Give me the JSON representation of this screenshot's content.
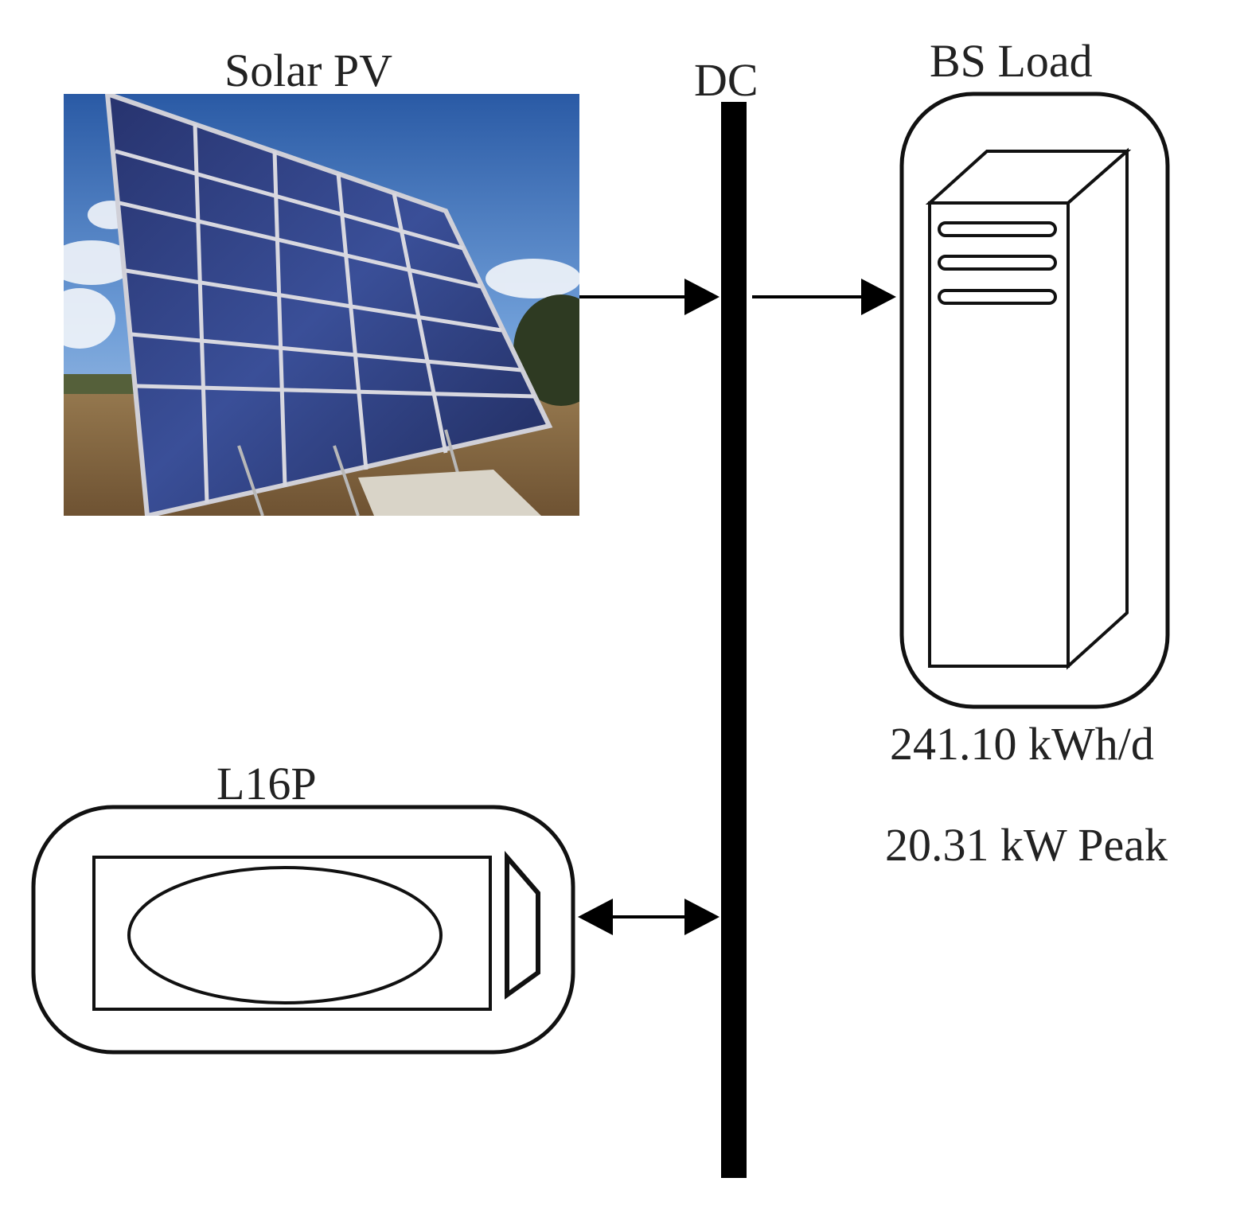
{
  "diagram": {
    "solar_pv": {
      "label": "Solar PV"
    },
    "dc_bus": {
      "label": "DC"
    },
    "bs_load": {
      "label": "BS Load",
      "energy": "241.10 kWh/d",
      "peak": "20.31 kW Peak"
    },
    "battery": {
      "label": "L16P"
    }
  },
  "colors": {
    "bus": "#000000",
    "stroke": "#111111",
    "sky_top": "#2f5fa8",
    "sky_bottom": "#8db3e0",
    "panel": "#2b3a7a",
    "panel_frame": "#c8c8d0",
    "ground": "#8a6a40"
  },
  "icons": {
    "solar": "solar-panel-photo",
    "load": "server-cabinet-icon",
    "battery": "battery-icon"
  }
}
